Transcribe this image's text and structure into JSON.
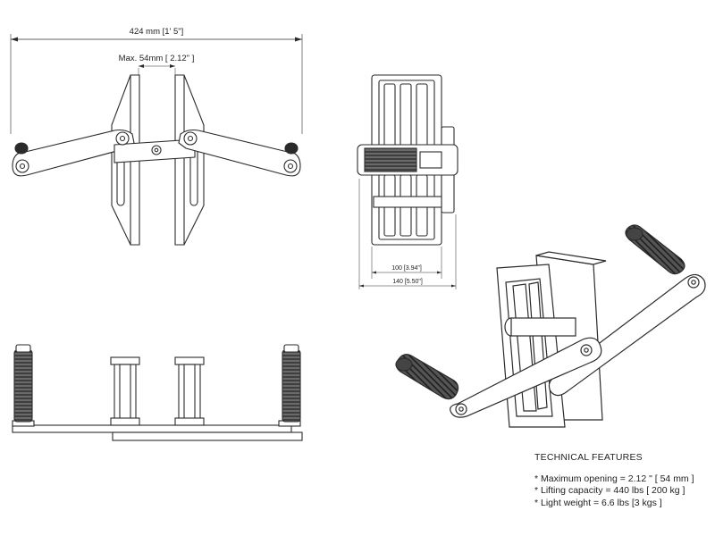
{
  "dimensions": {
    "overall_width": "424 mm  [1' 5\"]",
    "max_opening": "Max. 54mm [ 2.12\" ]",
    "inner_width": "100 [3.94\"]",
    "outer_width": "140 [5.50\"]"
  },
  "features": {
    "title": "TECHNICAL FEATURES",
    "items": [
      "* Maximum opening = 2.12 \"  [ 54 mm ]",
      "* Lifting capacity = 440 lbs [ 200 kg ]",
      "* Light weight = 6.6 lbs [3 kgs ]"
    ]
  },
  "colors": {
    "line": "#2b2b2b",
    "handle": "#3a3a3a",
    "fill": "#ffffff"
  }
}
